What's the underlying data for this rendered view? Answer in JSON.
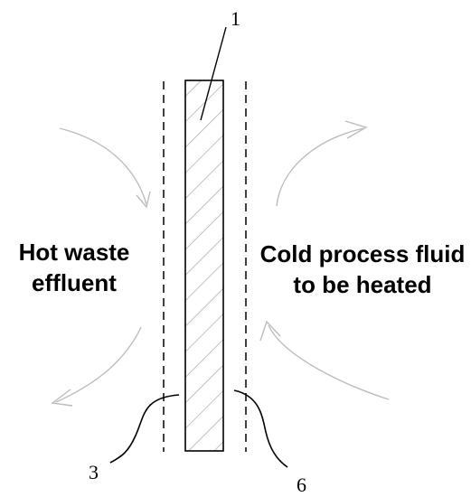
{
  "labels": {
    "hot_side": [
      "Hot waste",
      "effluent"
    ],
    "cold_side": [
      "Cold process fluid",
      "to be heated"
    ]
  },
  "callouts": {
    "plate": "1",
    "left_boundary": "3",
    "right_boundary": "6"
  },
  "colors": {
    "ink": "#000000",
    "flow_arrow": "#bdbdbd",
    "hatch": "#9a9a9a"
  }
}
